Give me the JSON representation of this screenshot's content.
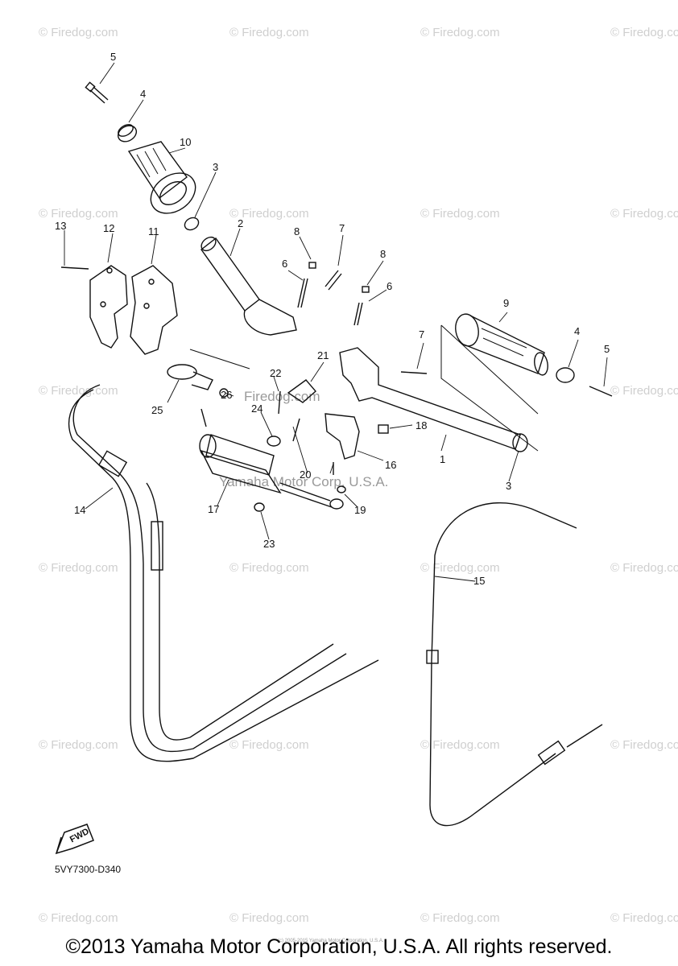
{
  "watermark": "© Firedog.com",
  "center_watermark": "Firedog.com",
  "center_watermark_2": "Yamaha Motor Corp, U.S.A.",
  "diagram_code": "5VY7300-D340",
  "fwd_label": "FWD",
  "copyright": "©2013 Yamaha Motor Corporation, U.S.A. All rights reserved.",
  "tiny_copyright": "(c) 2005-2015 Yamaha Motor Corporation, U.S.A.",
  "labels": {
    "l1": "1",
    "l2": "2",
    "l3a": "3",
    "l3b": "3",
    "l4a": "4",
    "l4b": "4",
    "l5a": "5",
    "l5b": "5",
    "l6a": "6",
    "l6b": "6",
    "l7a": "7",
    "l7b": "7",
    "l8a": "8",
    "l8b": "8",
    "l9": "9",
    "l10": "10",
    "l11": "11",
    "l12": "12",
    "l13": "13",
    "l14": "14",
    "l15": "15",
    "l16": "16",
    "l17": "17",
    "l18": "18",
    "l19": "19",
    "l20": "20",
    "l21": "21",
    "l22": "22",
    "l23": "23",
    "l24": "24",
    "l25": "25",
    "l26": "26"
  }
}
